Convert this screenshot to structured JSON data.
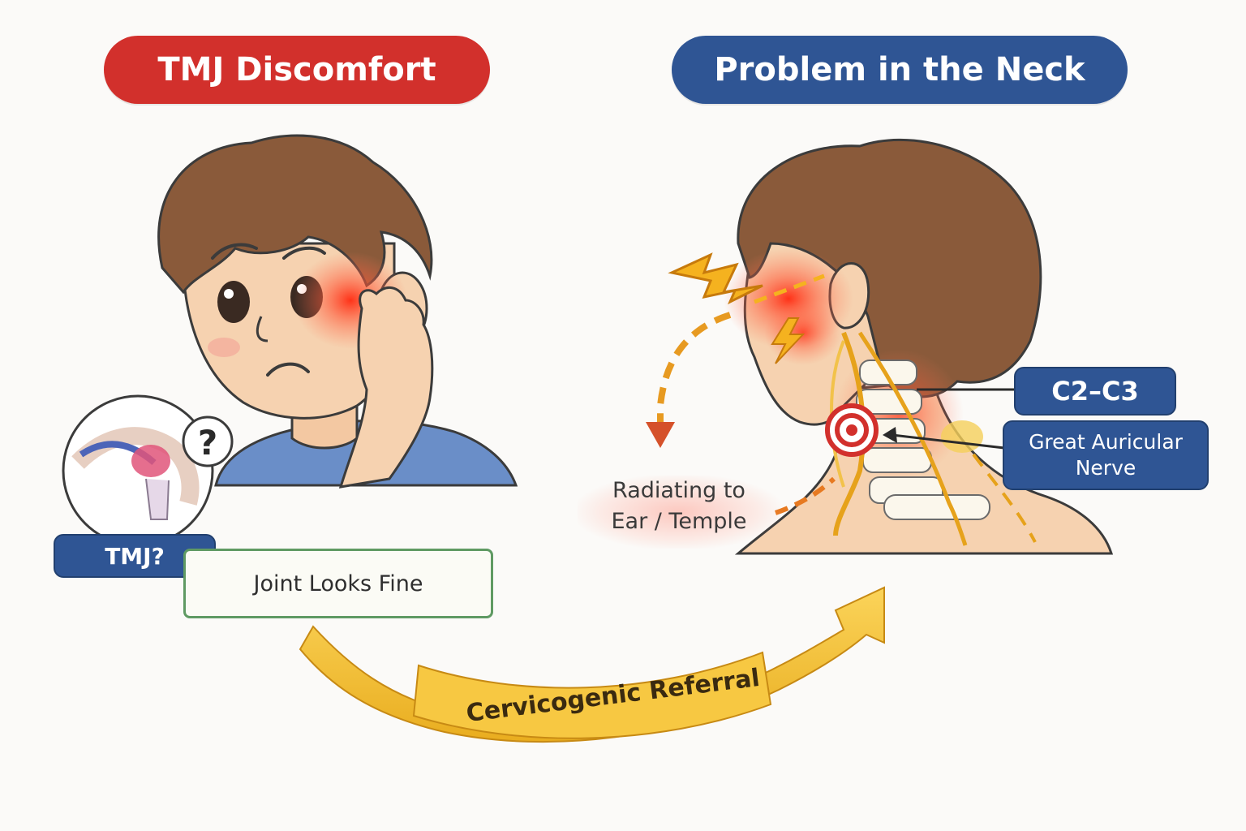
{
  "left_panel": {
    "title": "TMJ Discomfort",
    "tmj_tag": "TMJ?",
    "question_mark": "?",
    "joint_note": "Joint Looks Fine"
  },
  "right_panel": {
    "title": "Problem in the Neck",
    "level_label": "C2–C3",
    "nerve_label_line1": "Great Auricular",
    "nerve_label_line2": "Nerve",
    "radiating_line1": "Radiating to",
    "radiating_line2": "Ear / Temple"
  },
  "arrow": {
    "label": "Cervicogenic Referral"
  },
  "colors": {
    "red_title": "#d2302c",
    "blue_title": "#2f5594",
    "arrow_yellow": "#f0bd2f",
    "skin": "#f6d2b0",
    "hair": "#8a5a3a",
    "shirt": "#6a8ec8",
    "pain_red": "#ff3b24",
    "nerve_yellow": "#e6a21b",
    "note_green": "#5f9a63"
  }
}
